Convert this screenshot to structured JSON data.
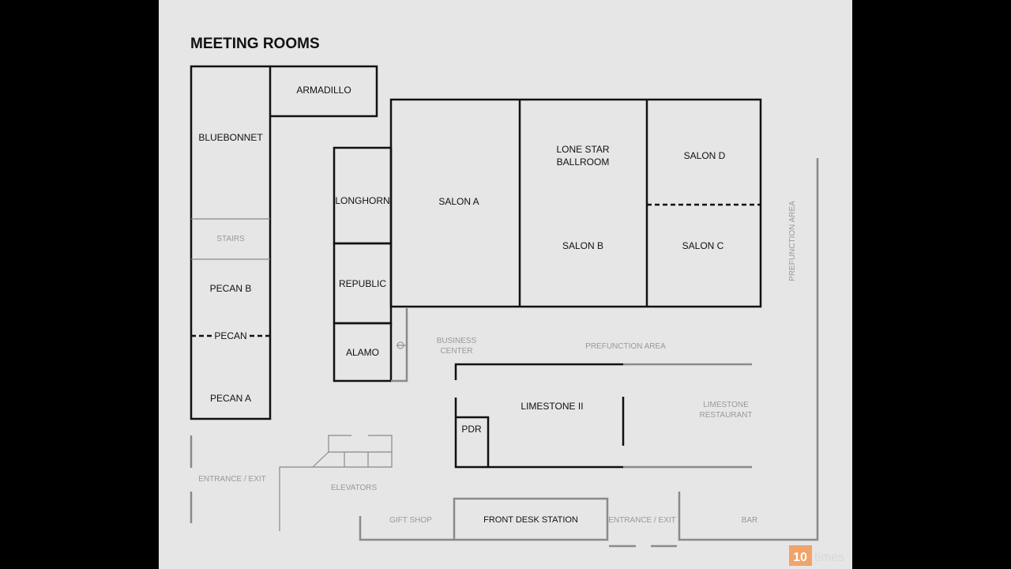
{
  "title": "MEETING ROOMS",
  "rooms": {
    "bluebonnet": "BLUEBONNET",
    "armadillo": "ARMADILLO",
    "stairs": "STAIRS",
    "pecan_b": "PECAN B",
    "pecan": "PECAN",
    "pecan_a": "PECAN A",
    "longhorn": "LONGHORN",
    "republic": "REPUBLIC",
    "alamo": "ALAMO",
    "salon_a": "SALON A",
    "lone_star_line1": "LONE STAR",
    "lone_star_line2": "BALLROOM",
    "salon_b": "SALON B",
    "salon_d": "SALON D",
    "salon_c": "SALON C",
    "limestone_ii": "LIMESTONE II",
    "pdr": "PDR",
    "front_desk": "FRONT DESK STATION"
  },
  "areas": {
    "business_center_line1": "BUSINESS",
    "business_center_line2": "CENTER",
    "prefunction_area": "PREFUNCTION AREA",
    "prefunction_area_vertical": "PREFUNCTION AREA",
    "limestone_restaurant_line1": "LIMESTONE",
    "limestone_restaurant_line2": "RESTAURANT",
    "entrance_exit_left": "ENTRANCE / EXIT",
    "elevators": "ELEVATORS",
    "gift_shop": "GIFT SHOP",
    "entrance_exit_bottom": "ENTRANCE / EXIT",
    "bar": "BAR"
  },
  "watermark": {
    "number": "10",
    "text": "times"
  },
  "colors": {
    "background": "#000000",
    "map_background": "#e6e6e6",
    "room_wall": "#111111",
    "area_wall": "#8a8a8a",
    "area_text": "#999999",
    "logo_accent": "#f1a36a"
  }
}
